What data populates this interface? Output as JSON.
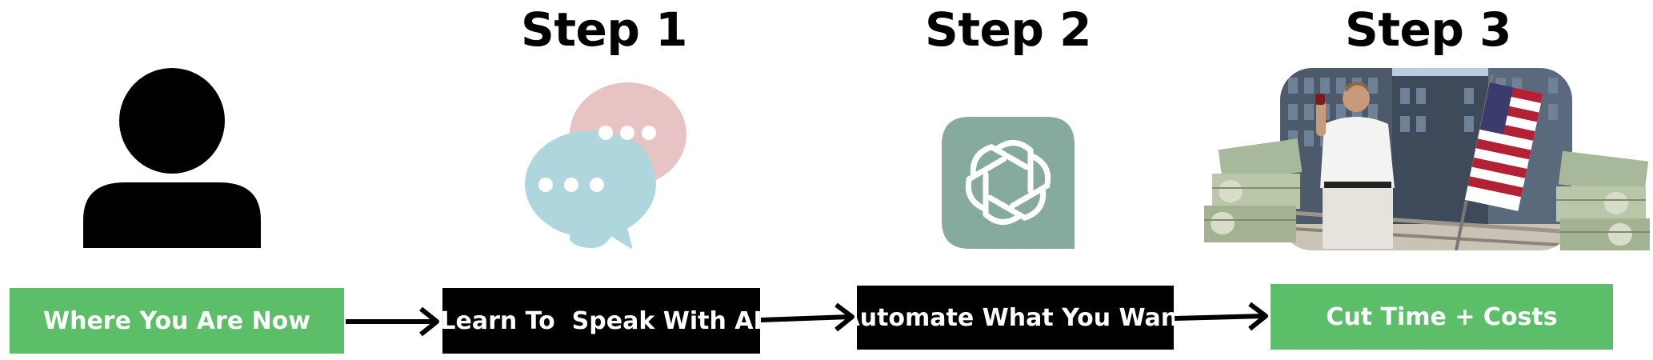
{
  "steps": [
    {
      "title": "Step 1"
    },
    {
      "title": "Step 2"
    },
    {
      "title": "Step 3"
    }
  ],
  "boxes": {
    "start": "Where You Are Now",
    "learn": "Learn To  Speak With AI",
    "automate": "Automate What You Want",
    "result": "Cut Time + Costs"
  },
  "colors": {
    "green": "#5cbe68",
    "black": "#000000",
    "bubble_pink": "#e8c3c3",
    "bubble_blue": "#aed6dc",
    "openai_teal": "#86ab9e"
  },
  "icons": {
    "start": "person-icon",
    "step1": "chat-bubbles-icon",
    "step2": "openai-logo-icon",
    "step3": "money-celebration-photo"
  }
}
